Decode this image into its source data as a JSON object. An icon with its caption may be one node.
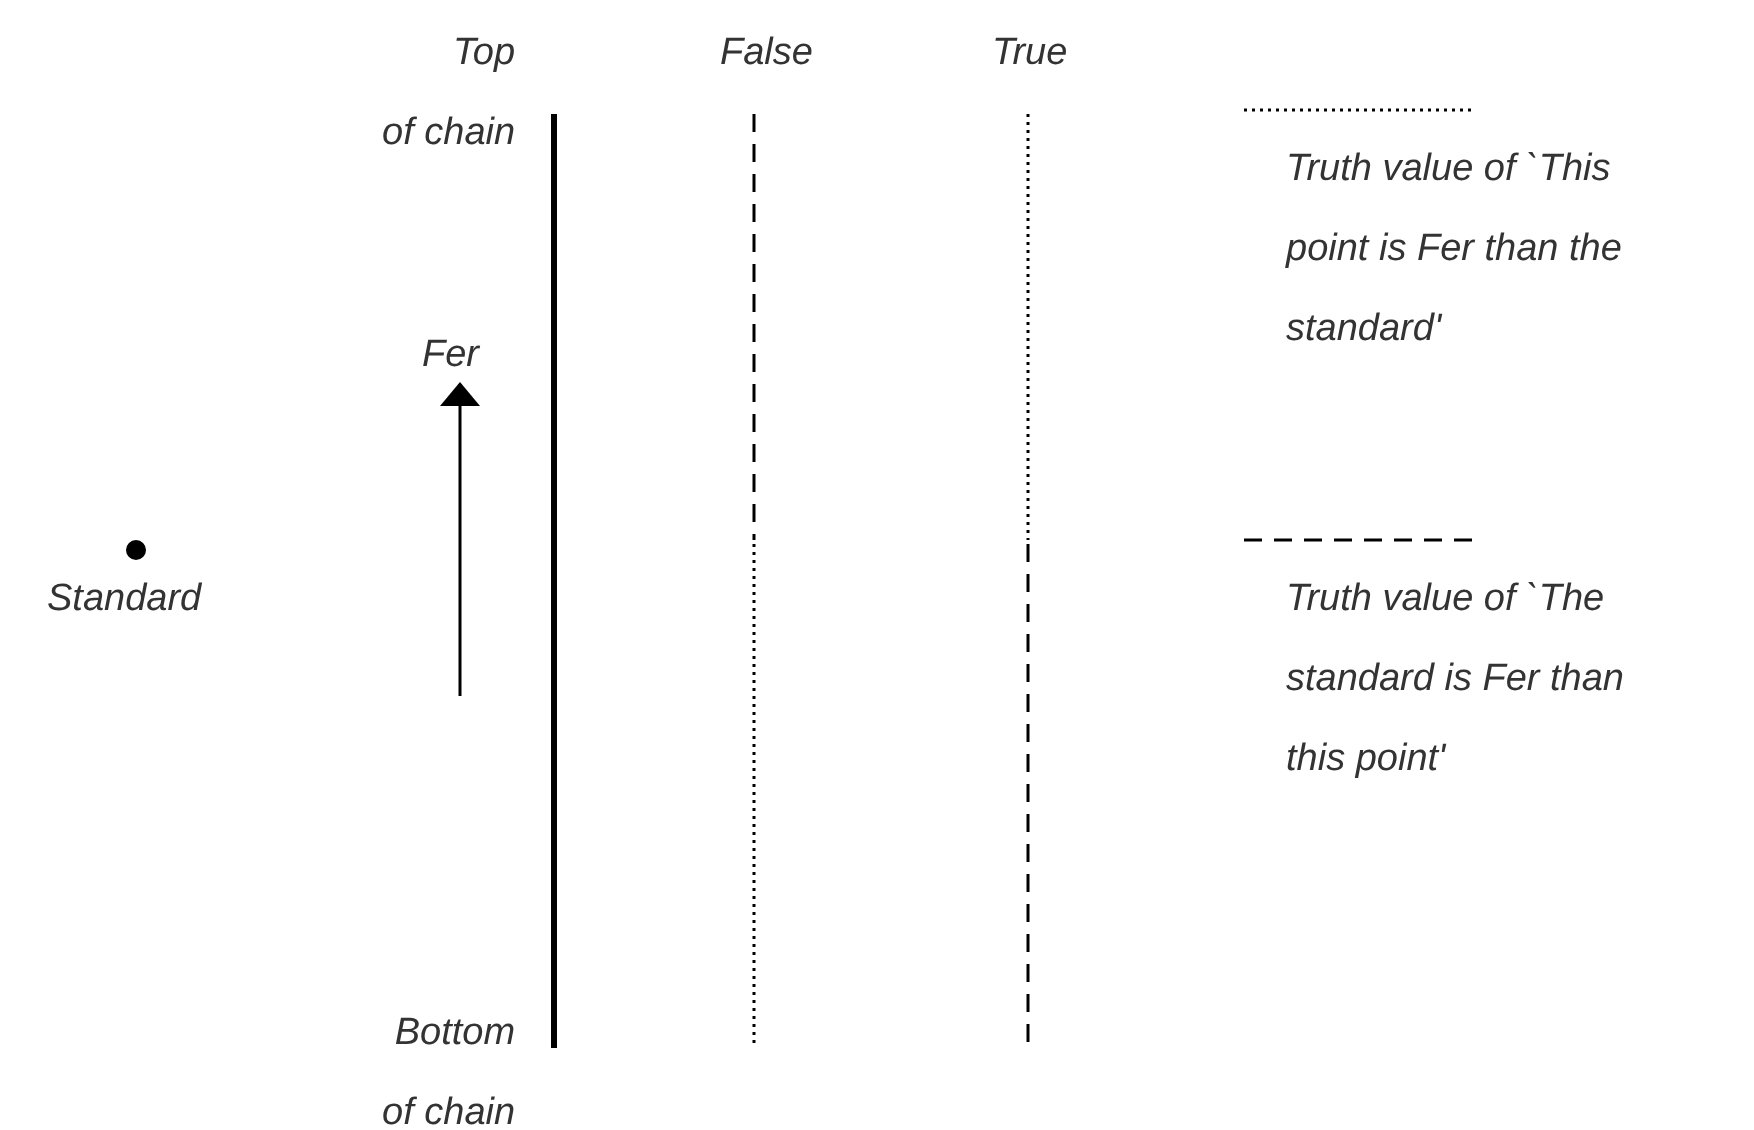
{
  "diagram": {
    "labels": [
      "Top of chain",
      "False",
      "True",
      "Fer",
      "Standard",
      "Bottom of chain"
    ],
    "legend": [
      {
        "text": "Truth value of `This point is Fer than the standard'"
      },
      {
        "text": "Truth value of `The standard is Fer than this point'"
      }
    ]
  }
}
